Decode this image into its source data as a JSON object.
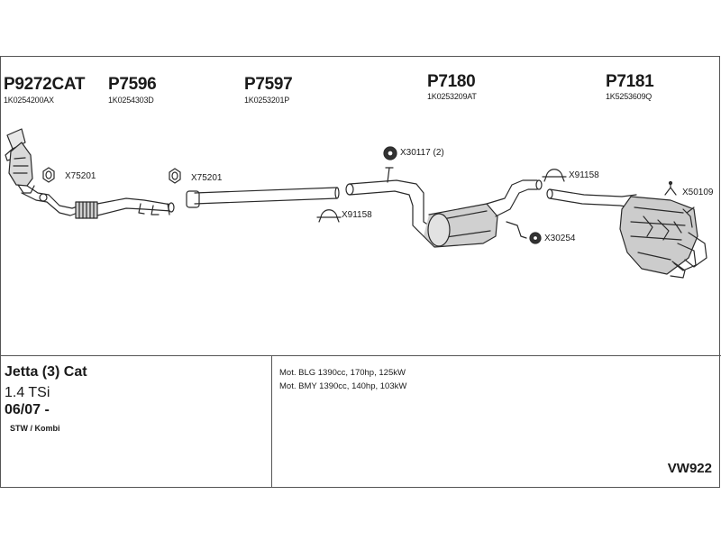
{
  "parts": [
    {
      "number": "P9272CAT",
      "oe": "1K0254200AX"
    },
    {
      "number": "P7596",
      "oe": "1K0254303D"
    },
    {
      "number": "P7597",
      "oe": "1K0253201P"
    },
    {
      "number": "P7180",
      "oe": "1K0253209AT"
    },
    {
      "number": "P7181",
      "oe": "1K5253609Q"
    }
  ],
  "accessories": [
    {
      "code": "X75201"
    },
    {
      "code": "X75201"
    },
    {
      "code": "X91158"
    },
    {
      "code": "X30117 (2)"
    },
    {
      "code": "X30254"
    },
    {
      "code": "X91158"
    },
    {
      "code": "X50109"
    }
  ],
  "vehicle": {
    "model": "Jetta (3) Cat",
    "engine": "1.4 TSi",
    "year": "06/07 -",
    "body": "STW / Kombi"
  },
  "motors": [
    "Mot. BLG 1390cc, 170hp, 125kW",
    "Mot. BMY 1390cc, 140hp, 103kW"
  ],
  "system_code": "VW922"
}
